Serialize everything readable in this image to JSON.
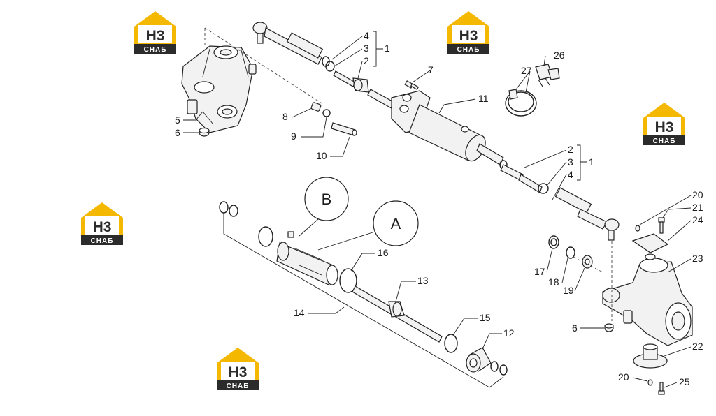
{
  "logo": {
    "mark": "H3",
    "word": "СНАБ",
    "color_gold": "#f5b800",
    "color_dark": "#2b2b2b"
  },
  "callouts": {
    "c1a": "1",
    "c2a": "2",
    "c3a": "3",
    "c4a": "4",
    "c1b": "1",
    "c2b": "2",
    "c3b": "3",
    "c4b": "4",
    "c5": "5",
    "c6a": "6",
    "c6b": "6",
    "c7": "7",
    "c8": "8",
    "c9": "9",
    "c10": "10",
    "c11": "11",
    "c12": "12",
    "c13": "13",
    "c14": "14",
    "c15": "15",
    "c16": "16",
    "c17": "17",
    "c18": "18",
    "c19": "19",
    "c20a": "20",
    "c20b": "20",
    "c21": "21",
    "c22": "22",
    "c23": "23",
    "c24": "24",
    "c25": "25",
    "c26": "26",
    "c27": "27"
  },
  "details": {
    "a": "A",
    "b": "B"
  }
}
